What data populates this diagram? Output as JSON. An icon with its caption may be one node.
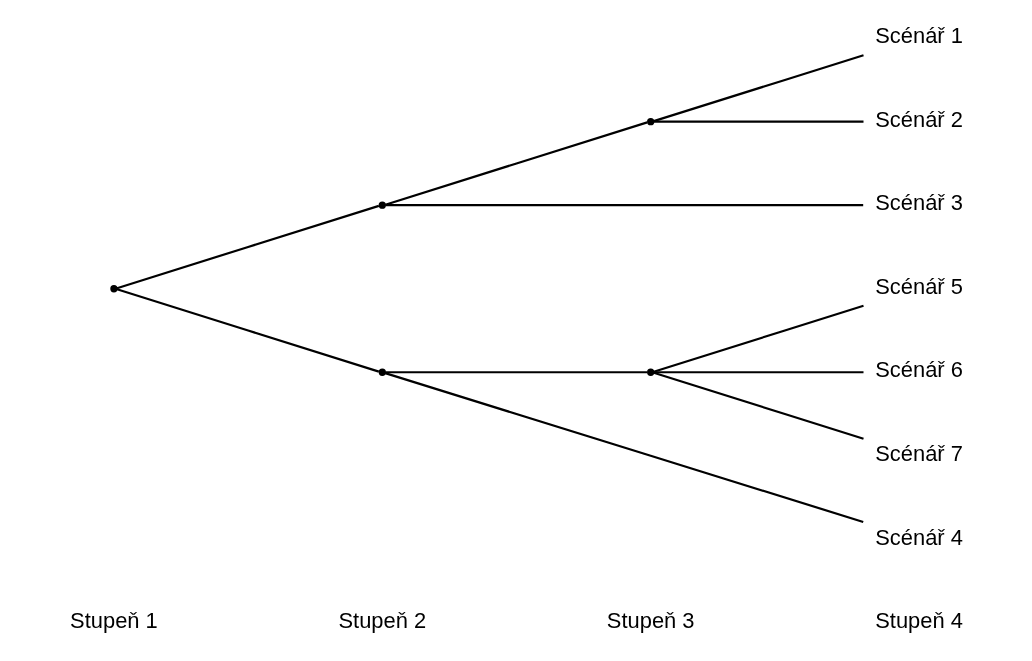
{
  "diagram": {
    "nodes": [
      {
        "text": [],
        "shape": "point"
      },
      {
        "text": [],
        "shape": "point"
      },
      {
        "text": [],
        "shape": "point"
      },
      {
        "text": [],
        "shape": "point"
      },
      {
        "text": [],
        "shape": "point"
      },
      {
        "text": [
          "Scénář 1"
        ]
      },
      {
        "text": [
          "Scénář 2"
        ]
      },
      {
        "text": [
          "Scénář 3"
        ]
      },
      {
        "text": [
          "Scénář 4"
        ]
      },
      {
        "text": [
          "Scénář 5"
        ]
      },
      {
        "text": [
          "Scénář 6"
        ]
      },
      {
        "text": [
          "Scénář 7"
        ]
      }
    ],
    "edges": [
      {
        "from": 0,
        "to": 1,
        "arrow": "none"
      },
      {
        "from": 0,
        "to": 2,
        "arrow": "none"
      },
      {
        "from": 1,
        "to": 3,
        "arrow": "none"
      },
      {
        "from": 3,
        "to": 5,
        "arrow": "none"
      },
      {
        "from": 3,
        "to": 6,
        "arrow": "none"
      },
      {
        "from": 1,
        "to": 7,
        "arrow": "none"
      },
      {
        "from": 2,
        "to": 8,
        "arrow": "none"
      },
      {
        "from": 2,
        "to": 4,
        "arrow": "none"
      },
      {
        "from": 4,
        "to": 9,
        "arrow": "none"
      },
      {
        "from": 4,
        "to": 10,
        "arrow": "none"
      },
      {
        "from": 4,
        "to": 11,
        "arrow": "none"
      }
    ],
    "labels": [
      "Stupeň 1",
      "Stupeň 2",
      "Stupeň 3",
      "Stupeň 4"
    ]
  }
}
